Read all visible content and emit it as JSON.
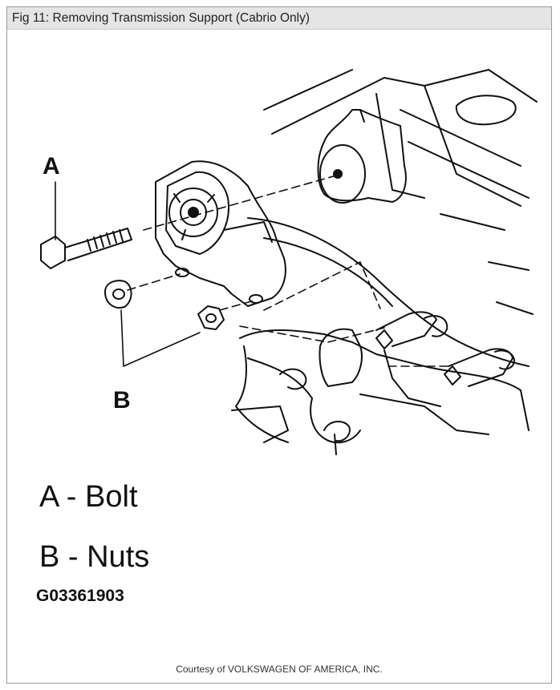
{
  "title": "Fig 11: Removing Transmission Support (Cabrio Only)",
  "callouts": {
    "a": "A",
    "b": "B"
  },
  "legend": {
    "a": "A - Bolt",
    "b": "B - Nuts"
  },
  "figure_code": "G03361903",
  "courtesy": "Courtesy of VOLKSWAGEN OF AMERICA, INC.",
  "colors": {
    "frame_border": "#9a9a9a",
    "title_bar": "#e5e5e5",
    "ink": "#111111"
  }
}
